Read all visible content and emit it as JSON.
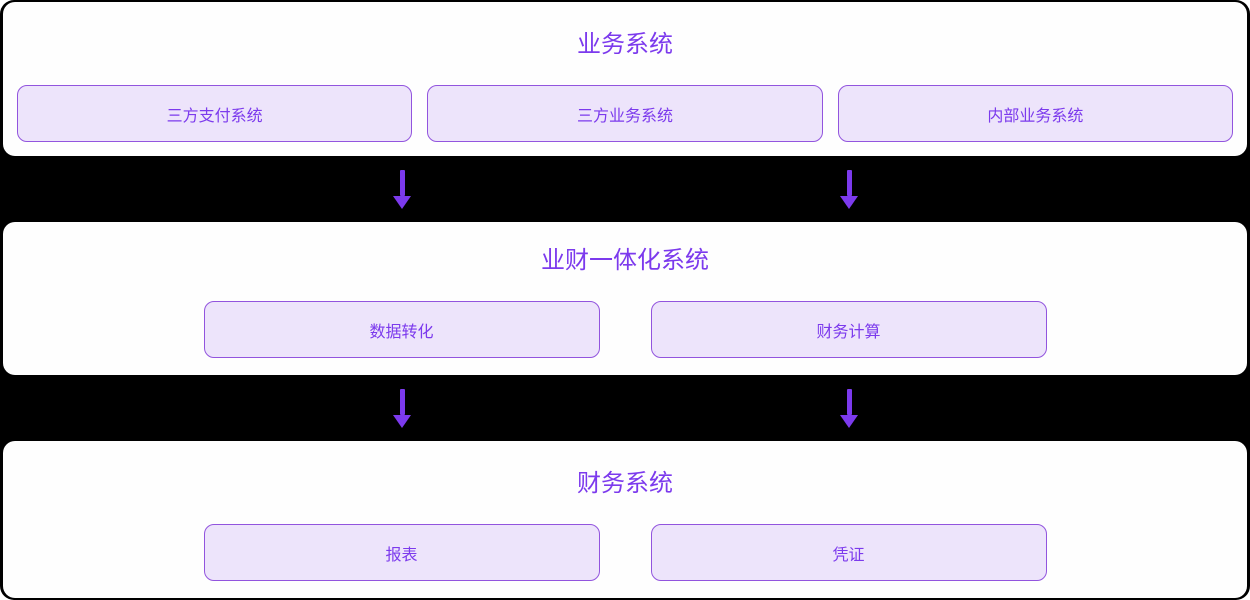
{
  "diagram": {
    "sections": [
      {
        "id": "business-systems",
        "title": "业务系统",
        "boxes": [
          "三方支付系统",
          "三方业务系统",
          "内部业务系统"
        ]
      },
      {
        "id": "business-finance-integration",
        "title": "业财一体化系统",
        "boxes": [
          "数据转化",
          "财务计算"
        ]
      },
      {
        "id": "finance-system",
        "title": "财务系统",
        "boxes": [
          "报表",
          "凭证"
        ]
      }
    ],
    "icons": {
      "down_arrow": "↓"
    }
  },
  "theme": {
    "accent_text": "#7C3AED",
    "arrow_color": "#7C3AED",
    "node_border": "#9254DE",
    "node_fill": "#EDE4FB",
    "panel_bg": "#FEFEFE",
    "page_bg": "#000000"
  }
}
